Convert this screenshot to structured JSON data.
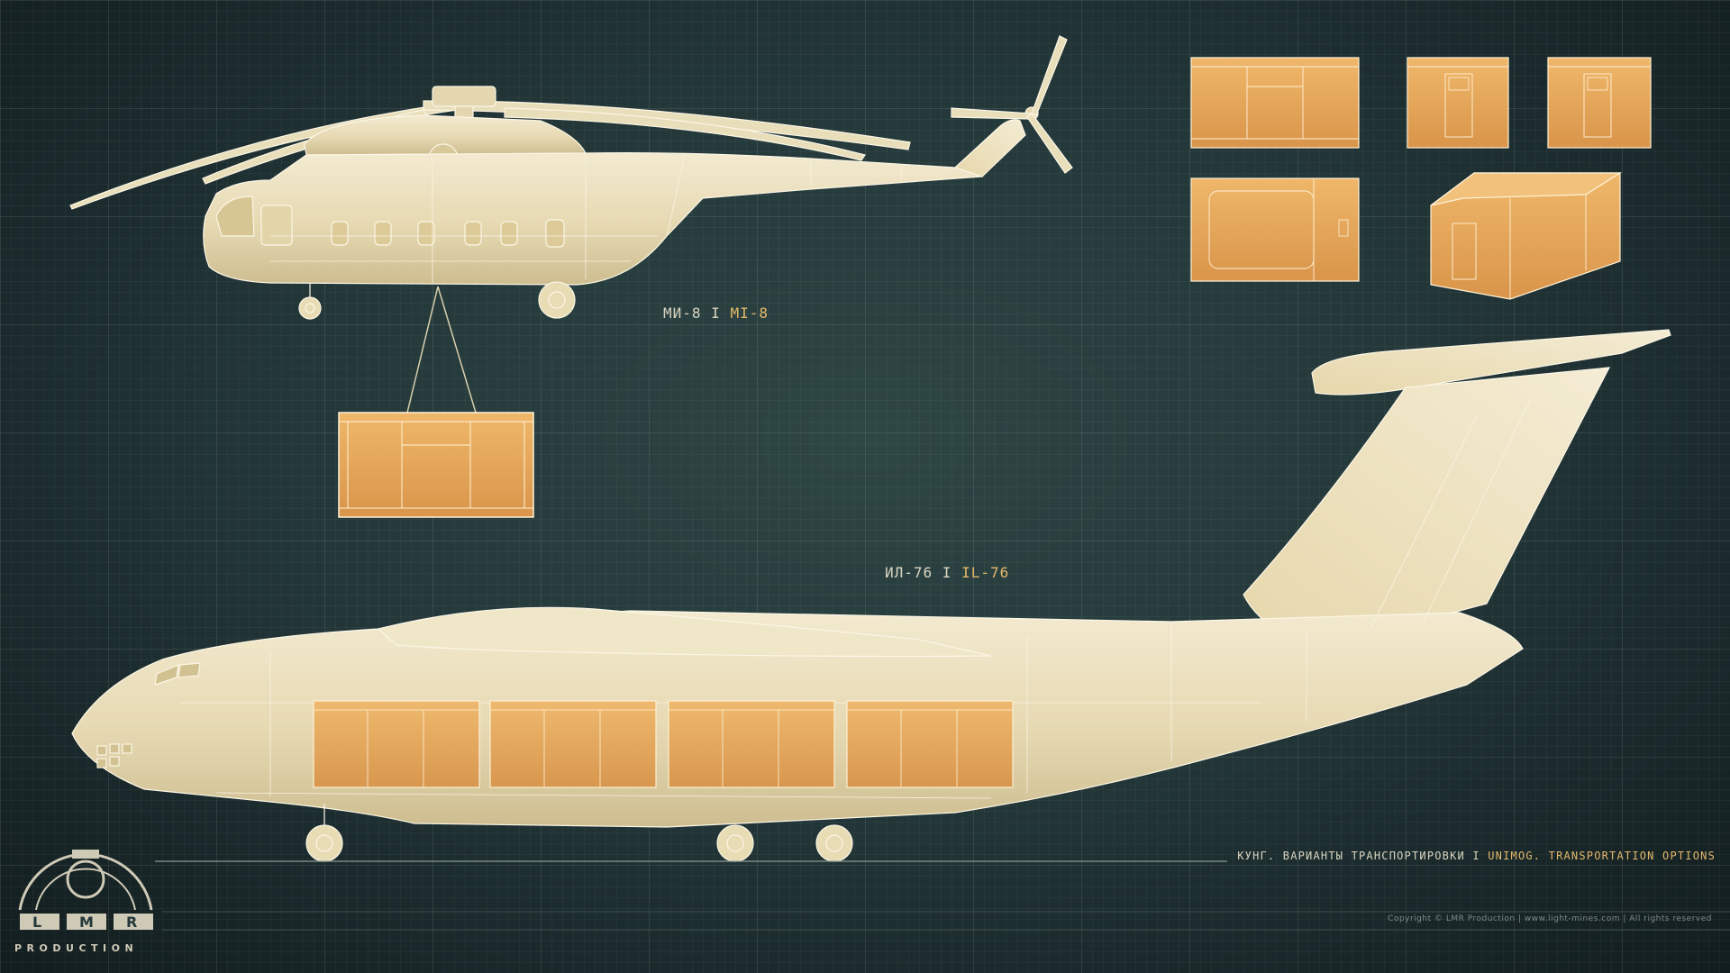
{
  "labels": {
    "mi8": {
      "ru": "МИ-8",
      "sep": " I ",
      "en": "MI-8"
    },
    "il76": {
      "ru": "ИЛ-76",
      "sep": " I ",
      "en": "IL-76"
    }
  },
  "footer": {
    "title_ru": "КУНГ. ВАРИАНТЫ ТРАНСПОРТИРОВКИ",
    "title_sep": " I ",
    "title_en": "UNIMOG. TRANSPORTATION OPTIONS",
    "copyright": "Copyright © LMR Production | www.light-mines.com | All rights reserved"
  },
  "logo": {
    "letters": "LMR",
    "text": "PRODUCTION"
  },
  "colors": {
    "background": "#24383a",
    "aircraft_fill": "#ede3c3",
    "aircraft_line": "#fbf6e6",
    "container_fill": "#e8a95a",
    "container_line": "#fff2d8",
    "highlight_text": "#e3b86a"
  }
}
